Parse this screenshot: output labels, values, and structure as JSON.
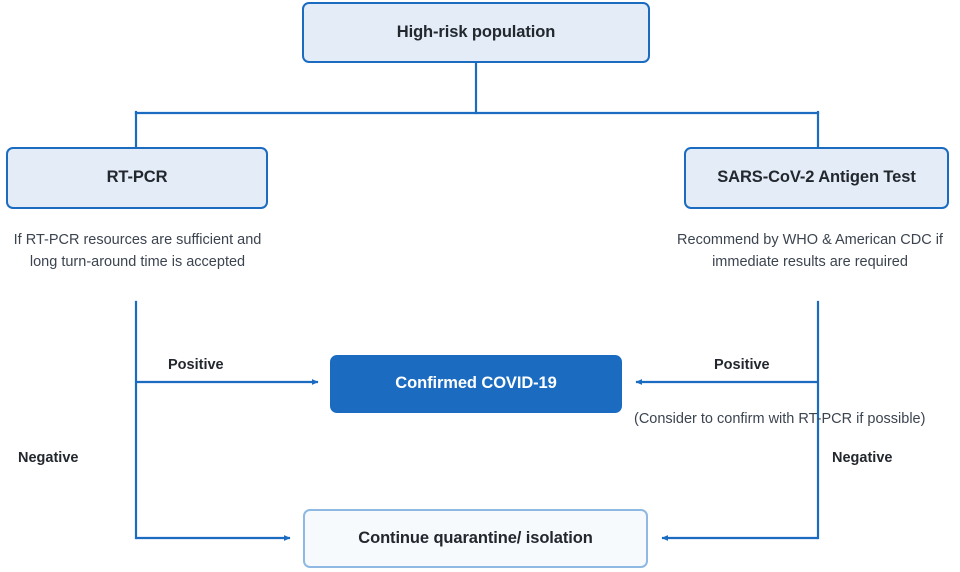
{
  "diagram": {
    "title": "COVID-19 testing decision flowchart for high-risk population",
    "colors": {
      "accent": "#1b6cc1",
      "node_fill": "#e4ecf7",
      "node_filled_bg": "#1b6cc1",
      "node_soft_fill": "#f7fafd",
      "node_soft_border": "#8fb9e3",
      "text": "#23272e",
      "caption_text": "#3c4450"
    },
    "nodes": {
      "top": {
        "label": "High-risk population"
      },
      "rtpcr": {
        "label": "RT-PCR"
      },
      "antigen": {
        "label": "SARS-CoV-2 Antigen Test"
      },
      "confirmed": {
        "label": "Confirmed COVID-19"
      },
      "continue": {
        "label": "Continue quarantine/ isolation"
      }
    },
    "captions": {
      "left": "If RT-PCR resources are sufficient and long turn-around time is accepted",
      "right": "Recommend by WHO & American CDC if immediate results are required"
    },
    "edge_labels": {
      "positive_left": "Positive",
      "positive_right": "Positive",
      "negative_left": "Negative",
      "negative_right": "Negative"
    },
    "notes": {
      "consider": "(Consider to confirm with RT-PCR if possible)"
    }
  }
}
